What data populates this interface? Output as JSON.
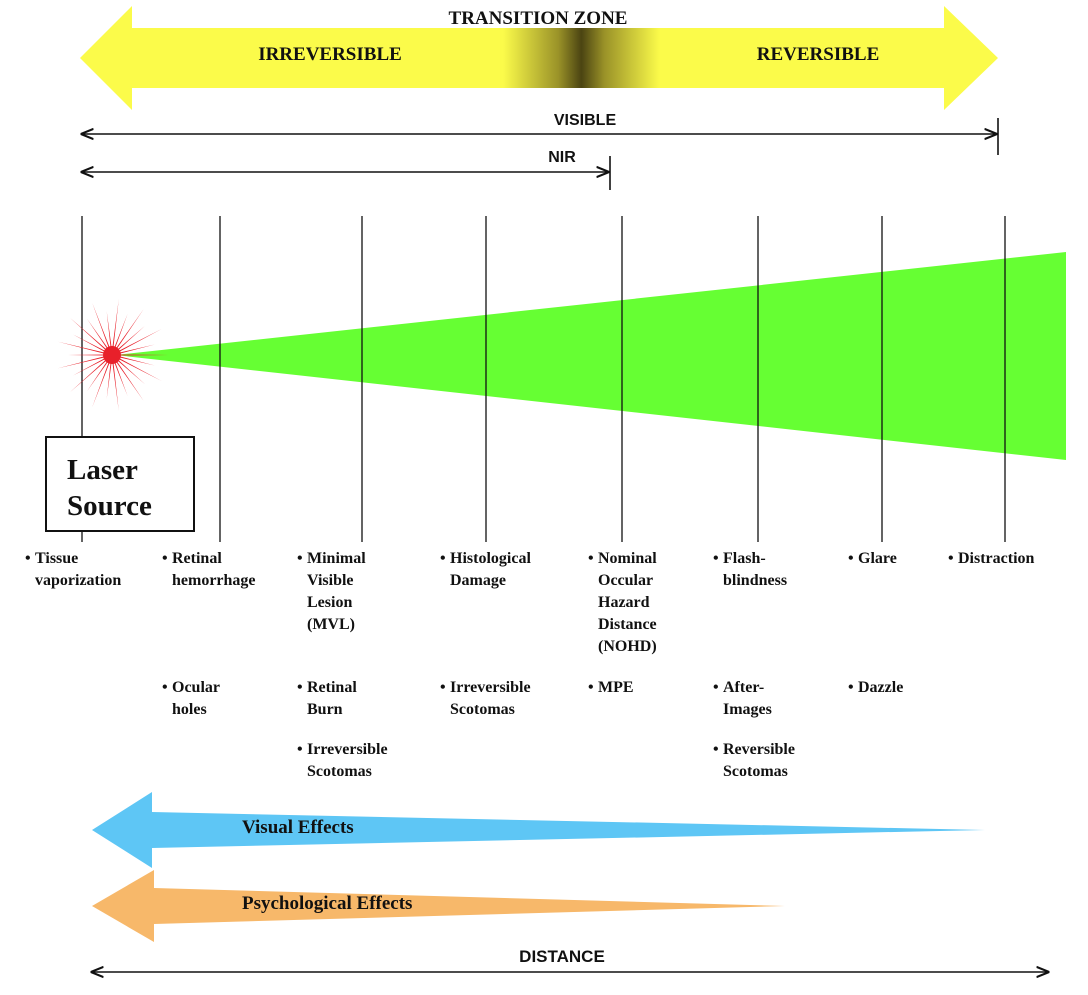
{
  "banner": {
    "transition_zone": "TRANSITION ZONE",
    "irreversible": "IRREVERSIBLE",
    "reversible": "REVERSIBLE",
    "color": "#fbfb4a"
  },
  "ranges": {
    "visible": "VISIBLE",
    "nir": "NIR"
  },
  "beam_color": "#66ff33",
  "laser_color": "#e8202a",
  "laser_source": {
    "line1": "Laser",
    "line2": "Source"
  },
  "columns": [
    {
      "items": [
        [
          "Tissue",
          "vaporization"
        ]
      ]
    },
    {
      "items": [
        [
          "Retinal",
          "hemorrhage"
        ],
        [
          "Ocular",
          "holes"
        ]
      ]
    },
    {
      "items": [
        [
          "Minimal",
          "Visible",
          "Lesion",
          "(MVL)"
        ],
        [
          "Retinal",
          "Burn"
        ],
        [
          "Irreversible",
          "Scotomas"
        ]
      ]
    },
    {
      "items": [
        [
          "Histological",
          "Damage"
        ],
        [
          "Irreversible",
          "Scotomas"
        ]
      ]
    },
    {
      "items": [
        [
          "Nominal",
          "Occular",
          "Hazard",
          "Distance",
          "(NOHD)"
        ],
        [
          "MPE"
        ]
      ]
    },
    {
      "items": [
        [
          "Flash-",
          "blindness"
        ],
        [
          "After-",
          "Images"
        ],
        [
          "Reversible",
          "Scotomas"
        ]
      ]
    },
    {
      "items": [
        [
          "Glare"
        ],
        [
          "Dazzle"
        ]
      ]
    },
    {
      "items": [
        [
          "Distraction"
        ]
      ]
    }
  ],
  "arrows": {
    "visual_effects": "Visual Effects",
    "visual_color": "#5ec6f5",
    "psychological_effects": "Psychological Effects",
    "psych_color": "#f7b86a"
  },
  "distance": "DISTANCE"
}
